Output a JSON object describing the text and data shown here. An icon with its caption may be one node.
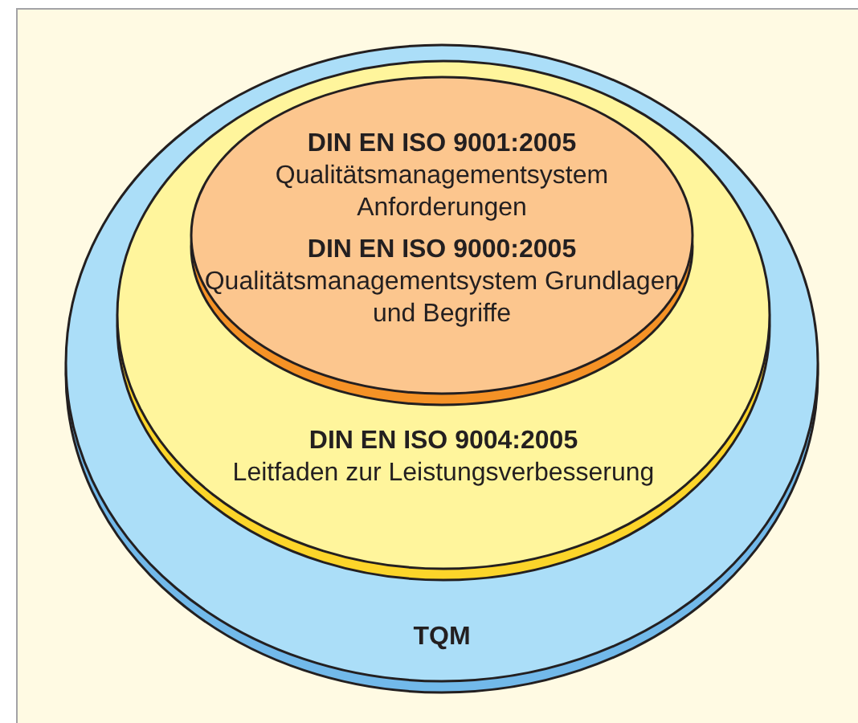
{
  "diagram": {
    "nodes": [
      {
        "text": [
          "TQM"
        ]
      },
      {
        "text": [
          "DIN EN ISO 9004:2005",
          "Leitfaden zur Leistungsverbesserung"
        ],
        "in": 0
      },
      {
        "text": [
          "DIN EN ISO 9001:2005",
          "Qualitätsmanagementsystem Anforderungen",
          "DIN EN ISO 9000:2005",
          "Qualitätsmanagementsystem Grundlagen und Begriffe"
        ],
        "in": 1
      }
    ]
  }
}
